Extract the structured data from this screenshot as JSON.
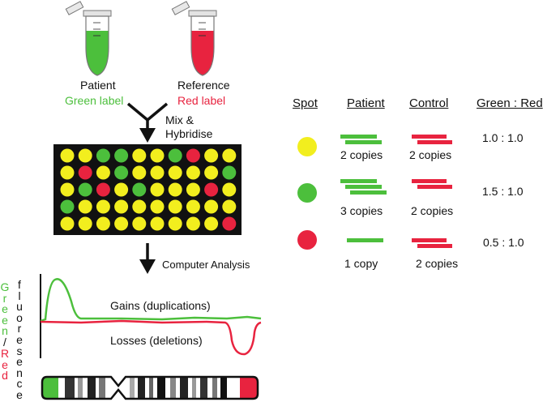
{
  "colors": {
    "green": "#4cbf3c",
    "red": "#e8233f",
    "yellow": "#f2ee1e",
    "black": "#111111"
  },
  "tubes": {
    "patient": {
      "name": "Patient",
      "label": "Green label"
    },
    "reference": {
      "name": "Reference",
      "label": "Red label"
    }
  },
  "steps": {
    "mix": [
      "Mix &",
      "Hybridise"
    ],
    "analysis": "Computer Analysis"
  },
  "array": {
    "rows": [
      [
        "yellow",
        "yellow",
        "green",
        "green",
        "yellow",
        "yellow",
        "green",
        "red",
        "yellow",
        "yellow"
      ],
      [
        "yellow",
        "red",
        "yellow",
        "green",
        "yellow",
        "yellow",
        "yellow",
        "yellow",
        "yellow",
        "green"
      ],
      [
        "yellow",
        "green",
        "red",
        "yellow",
        "green",
        "yellow",
        "yellow",
        "yellow",
        "red",
        "yellow"
      ],
      [
        "green",
        "yellow",
        "yellow",
        "yellow",
        "yellow",
        "yellow",
        "yellow",
        "yellow",
        "yellow",
        "yellow"
      ],
      [
        "yellow",
        "yellow",
        "yellow",
        "yellow",
        "yellow",
        "yellow",
        "yellow",
        "yellow",
        "yellow",
        "red"
      ]
    ]
  },
  "plot": {
    "y_label_green": [
      "G",
      "r",
      "e",
      "e",
      "n"
    ],
    "y_label_slash": "/",
    "y_label_red": [
      "R",
      "e",
      "d"
    ],
    "y_label_rest": [
      "f",
      "l",
      "u",
      "o",
      "r",
      "e",
      "s",
      "e",
      "n",
      "c",
      "e"
    ],
    "gains": "Gains (duplications)",
    "losses": "Losses (deletions)"
  },
  "table": {
    "headers": {
      "spot": "Spot",
      "patient": "Patient",
      "control": "Control",
      "ratio": "Green : Red"
    },
    "rows": [
      {
        "spot": "yellow",
        "patient_bars": 2,
        "patient_text": "2 copies",
        "control_bars": 2,
        "control_text": "2 copies",
        "ratio": "1.0 : 1.0"
      },
      {
        "spot": "green",
        "patient_bars": 3,
        "patient_text": "3 copies",
        "control_bars": 2,
        "control_text": "2 copies",
        "ratio": "1.5 : 1.0"
      },
      {
        "spot": "red",
        "patient_bars": 1,
        "patient_text": "1 copy",
        "control_bars": 2,
        "control_text": "2 copies",
        "ratio": "0.5 : 1.0"
      }
    ]
  }
}
